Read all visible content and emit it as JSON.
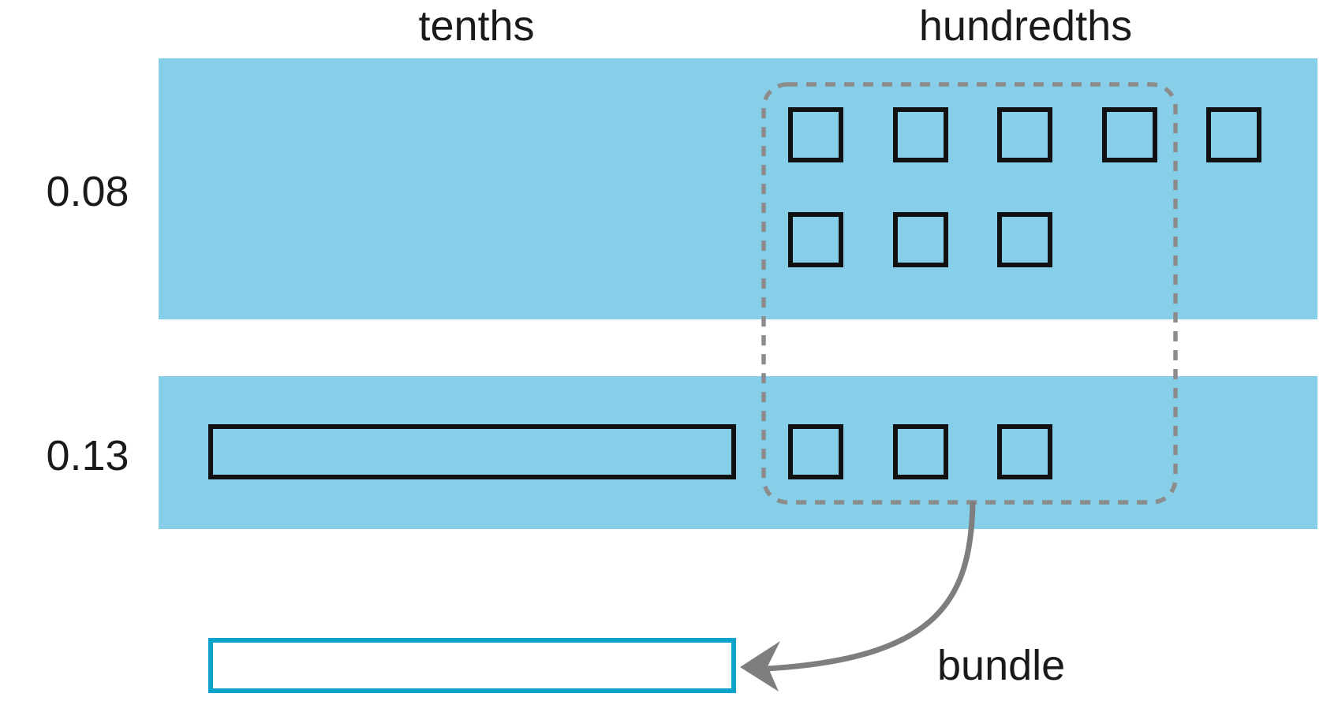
{
  "headers": {
    "tenths": "tenths",
    "hundredths": "hundredths"
  },
  "rows": [
    {
      "label": "0.08",
      "tenth_bars": 0,
      "hundredths_total": 8,
      "square_rows": [
        5,
        3
      ]
    },
    {
      "label": "0.13",
      "tenth_bars": 1,
      "hundredths_total": 3,
      "square_rows": [
        3
      ]
    }
  ],
  "annotation": {
    "bundle_label": "bundle",
    "circled_hundredths": 10
  },
  "colors": {
    "band_blue": "#87CFE8",
    "outline_black": "#111111",
    "bundle_cyan": "#0AA3C9",
    "arrow_gray": "#7E7E7E",
    "dash_gray": "#8C8C8C",
    "text_black": "#1A1A1A"
  }
}
